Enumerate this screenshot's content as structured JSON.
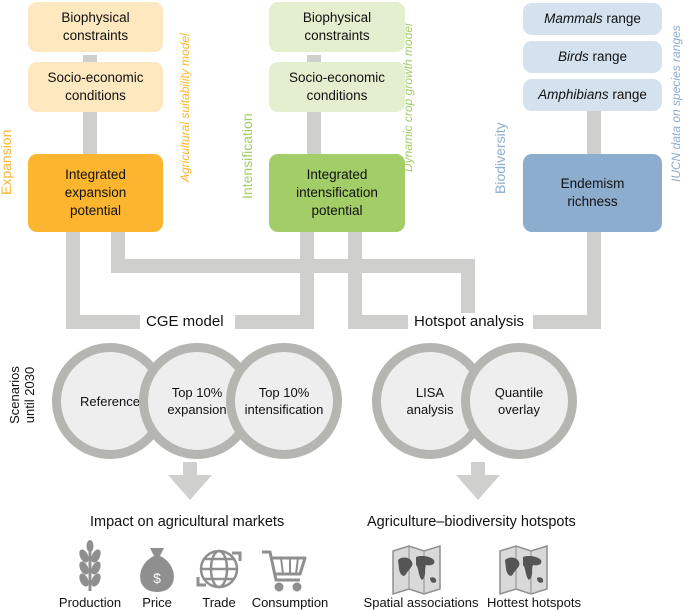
{
  "expansion": {
    "side_label": "Expansion",
    "model_label": "Agricultural suitability model",
    "box1": "Biophysical constraints",
    "box2": "Socio-economic conditions",
    "box3": "Integrated expansion potential"
  },
  "intensification": {
    "side_label": "Intensification",
    "model_label": "Dynamic crop growth model",
    "box1": "Biophysical constraints",
    "box2": "Socio-economic conditions",
    "box3": "Integrated intensification potential"
  },
  "biodiversity": {
    "side_label": "Biodiversity",
    "model_label": "IUCN data on species ranges",
    "mammals_italic": "Mammals",
    "birds_italic": "Birds",
    "amphibians_italic": "Amphibians",
    "range_suffix": "range",
    "box4": "Endemism richness"
  },
  "cge": {
    "title": "CGE model",
    "scenarios_label_1": "Scenarios",
    "scenarios_label_2": "until 2030",
    "circles": [
      "Reference",
      "Top 10% expansion",
      "Top 10% intensification"
    ],
    "output_title": "Impact on agricultural markets",
    "icons": [
      "Production",
      "Price",
      "Trade",
      "Consumption"
    ]
  },
  "hotspot": {
    "title": "Hotspot analysis",
    "circles": [
      "LISA analysis",
      "Quantile overlay"
    ],
    "output_title": "Agriculture–biodiversity hotspots",
    "icons": [
      "Spatial associations",
      "Hottest hotspots"
    ]
  },
  "colors": {
    "expansion_light": "#fde8bf",
    "expansion_dark": "#fbb52f",
    "intensification_light": "#e3efcf",
    "intensification_dark": "#a2cd67",
    "biodiversity_light": "#d4e2ef",
    "biodiversity_dark": "#8cadce",
    "connector": "#cfcfcd",
    "circle_ring": "#b5b5b2",
    "icon": "#8f8f8f"
  },
  "price_symbol": "$"
}
